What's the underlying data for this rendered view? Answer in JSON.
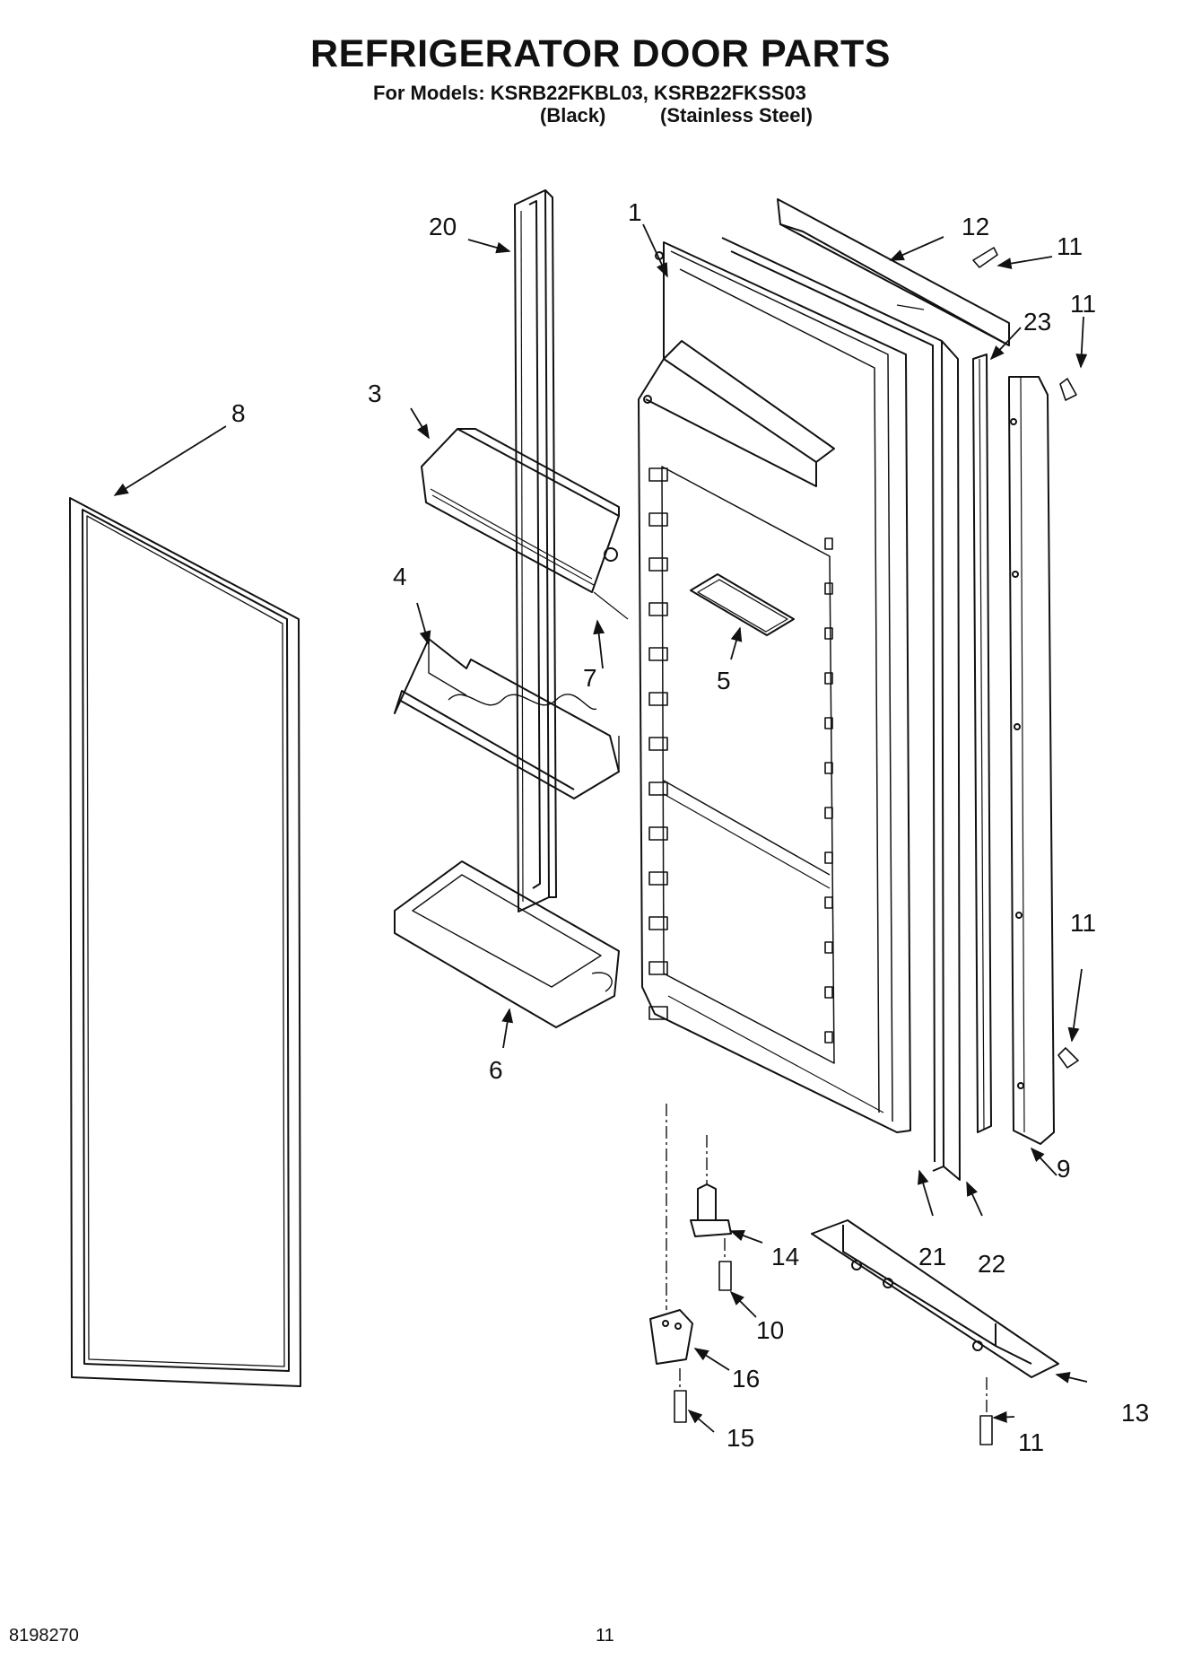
{
  "header": {
    "title": "REFRIGERATOR DOOR PARTS",
    "models_line": "For Models: KSRB22FKBL03, KSRB22FKSS03",
    "variant_black": "(Black)",
    "variant_stainless": "(Stainless Steel)"
  },
  "callouts": {
    "c1": "1",
    "c3": "3",
    "c4": "4",
    "c5": "5",
    "c6": "6",
    "c7": "7",
    "c8": "8",
    "c9": "9",
    "c10": "10",
    "c11a": "11",
    "c11b": "11",
    "c11c": "11",
    "c11d": "11",
    "c12": "12",
    "c13": "13",
    "c14": "14",
    "c15": "15",
    "c16": "16",
    "c20": "20",
    "c21": "21",
    "c22": "22",
    "c23": "23"
  },
  "footer": {
    "doc_number": "8198270",
    "page_number": "11"
  },
  "colors": {
    "line": "#111111",
    "background": "#ffffff"
  }
}
